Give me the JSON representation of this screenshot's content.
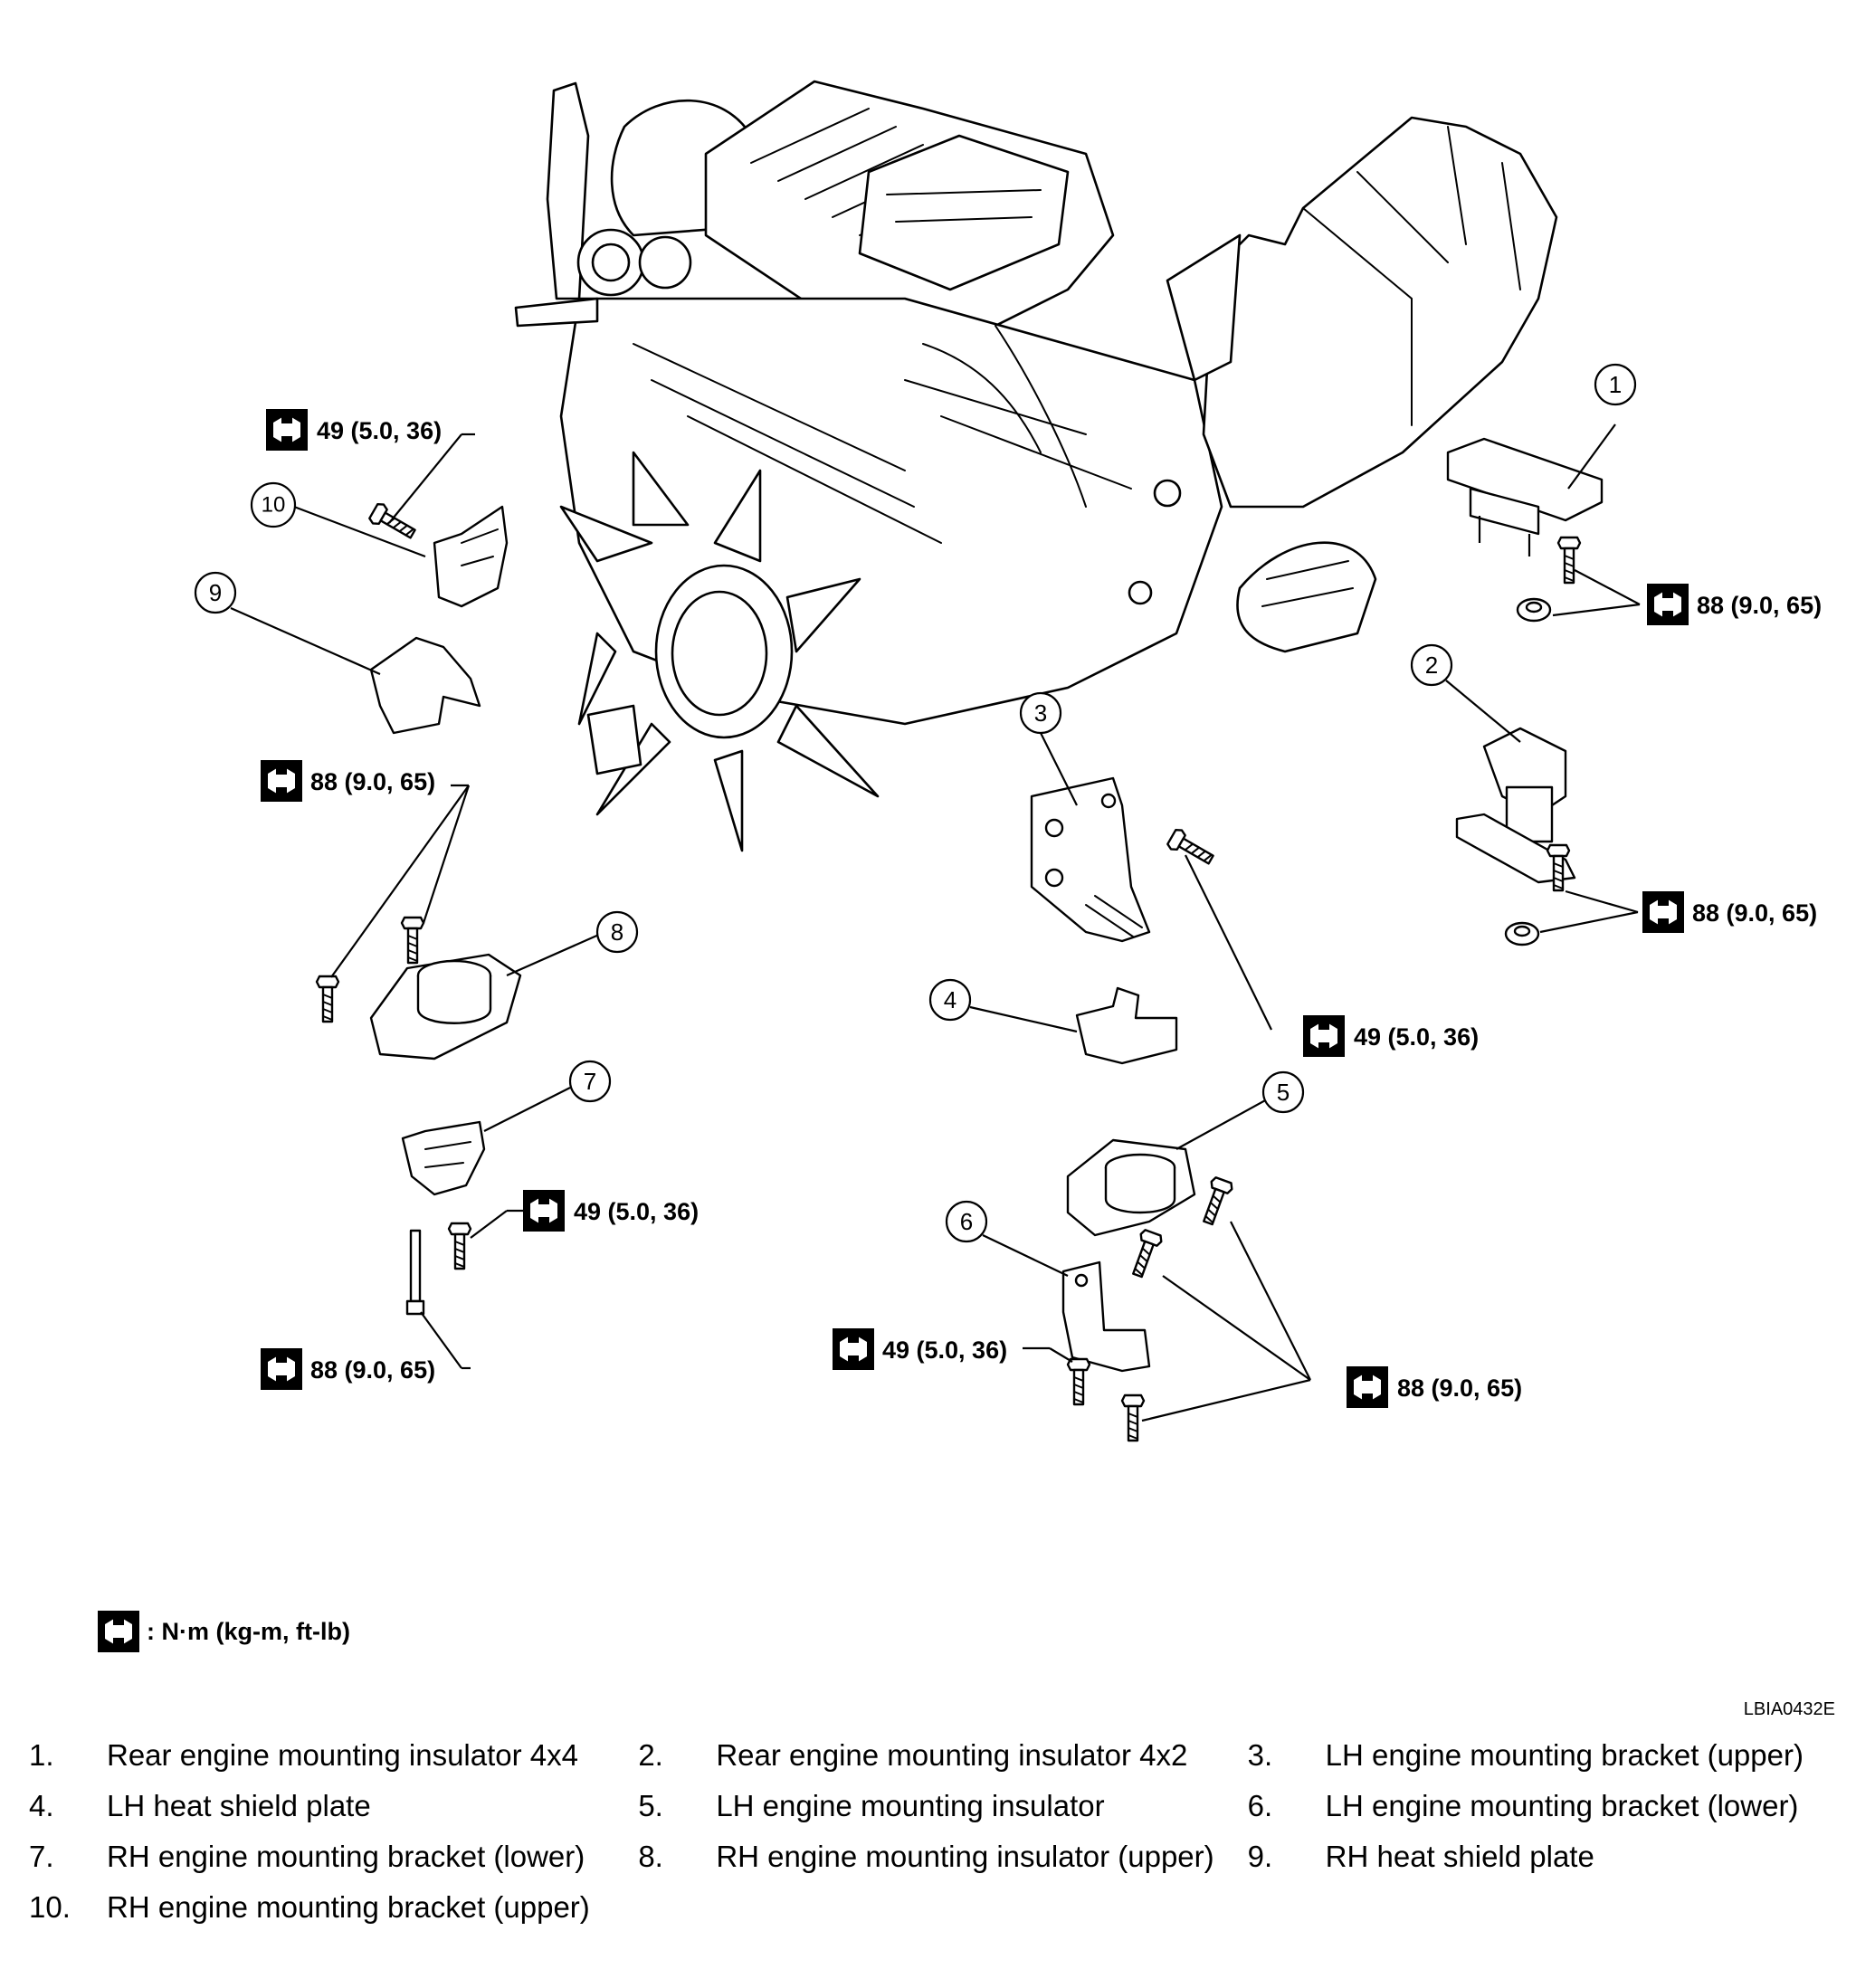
{
  "torque_specs": {
    "bracket_bolt": "49 (5.0, 36)",
    "mount_bolt": "88 (9.0, 65)"
  },
  "callout_numbers": [
    "1",
    "2",
    "3",
    "4",
    "5",
    "6",
    "7",
    "8",
    "9",
    "10"
  ],
  "legend": {
    "units": ": N·m (kg-m, ft-lb)",
    "icon": "torque-wrench-icon"
  },
  "figure_id": "LBIA0432E",
  "parts": [
    {
      "num": "1.",
      "label": "Rear engine mounting insulator 4x4"
    },
    {
      "num": "2.",
      "label": "Rear engine mounting insulator 4x2"
    },
    {
      "num": "3.",
      "label": "LH engine mounting bracket (upper)"
    },
    {
      "num": "4.",
      "label": "LH heat shield plate"
    },
    {
      "num": "5.",
      "label": "LH engine mounting insulator"
    },
    {
      "num": "6.",
      "label": "LH engine mounting bracket (lower)"
    },
    {
      "num": "7.",
      "label": "RH engine mounting bracket (lower)"
    },
    {
      "num": "8.",
      "label": "RH engine mounting insulator (upper)"
    },
    {
      "num": "9.",
      "label": "RH heat shield plate"
    },
    {
      "num": "10.",
      "label": "RH engine mounting bracket (upper)"
    }
  ]
}
